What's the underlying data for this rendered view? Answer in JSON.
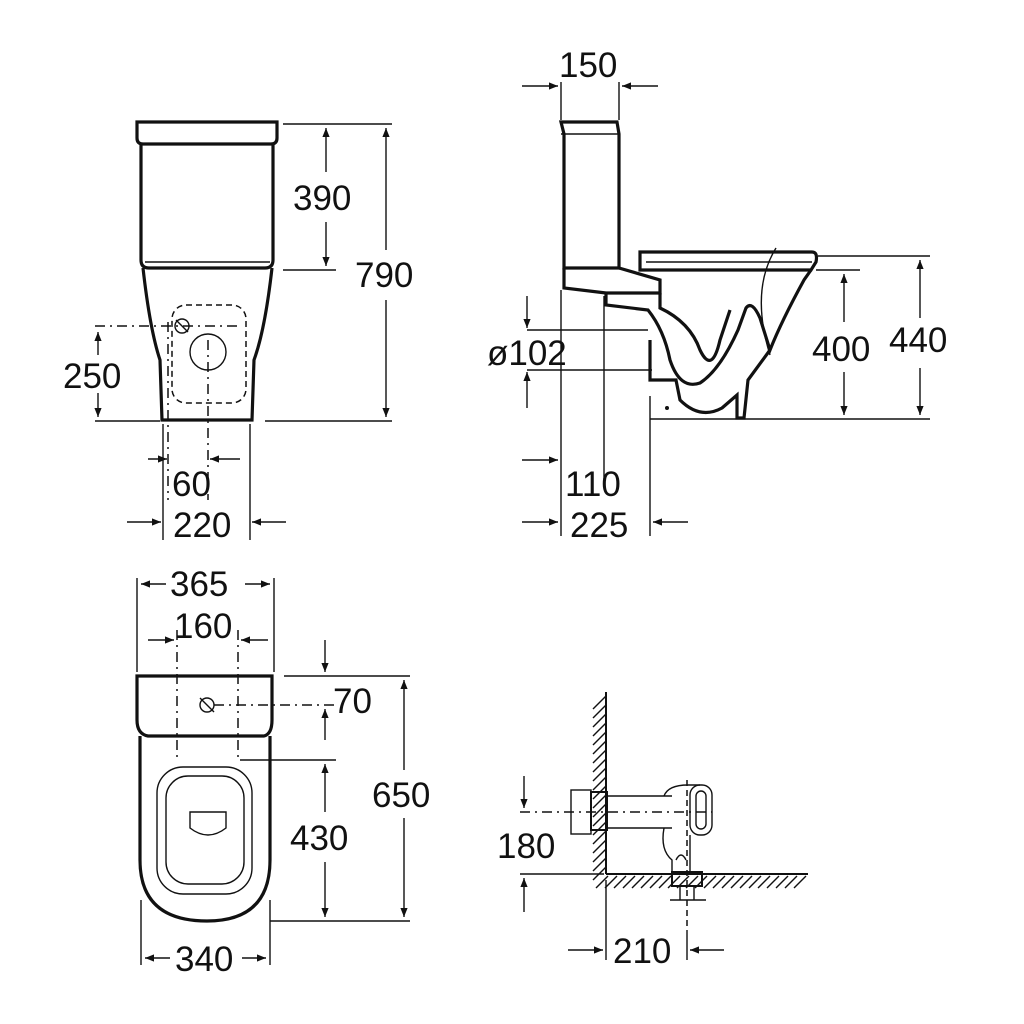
{
  "front_view": {
    "tank_height": "390",
    "total_height": "790",
    "outlet_height": "250",
    "outlet_width": "60",
    "base_width": "220"
  },
  "side_view": {
    "tank_depth": "150",
    "outlet_diameter": "ø102",
    "seat_height": "400",
    "rim_height": "440",
    "outlet_offset": "110",
    "base_offset": "225"
  },
  "top_view": {
    "overall_width": "365",
    "fixing_spacing": "160",
    "inlet_offset": "70",
    "overall_depth": "650",
    "bowl_depth": "430",
    "bowl_width": "340"
  },
  "installation_view": {
    "outlet_height": "180",
    "wall_distance": "210"
  }
}
